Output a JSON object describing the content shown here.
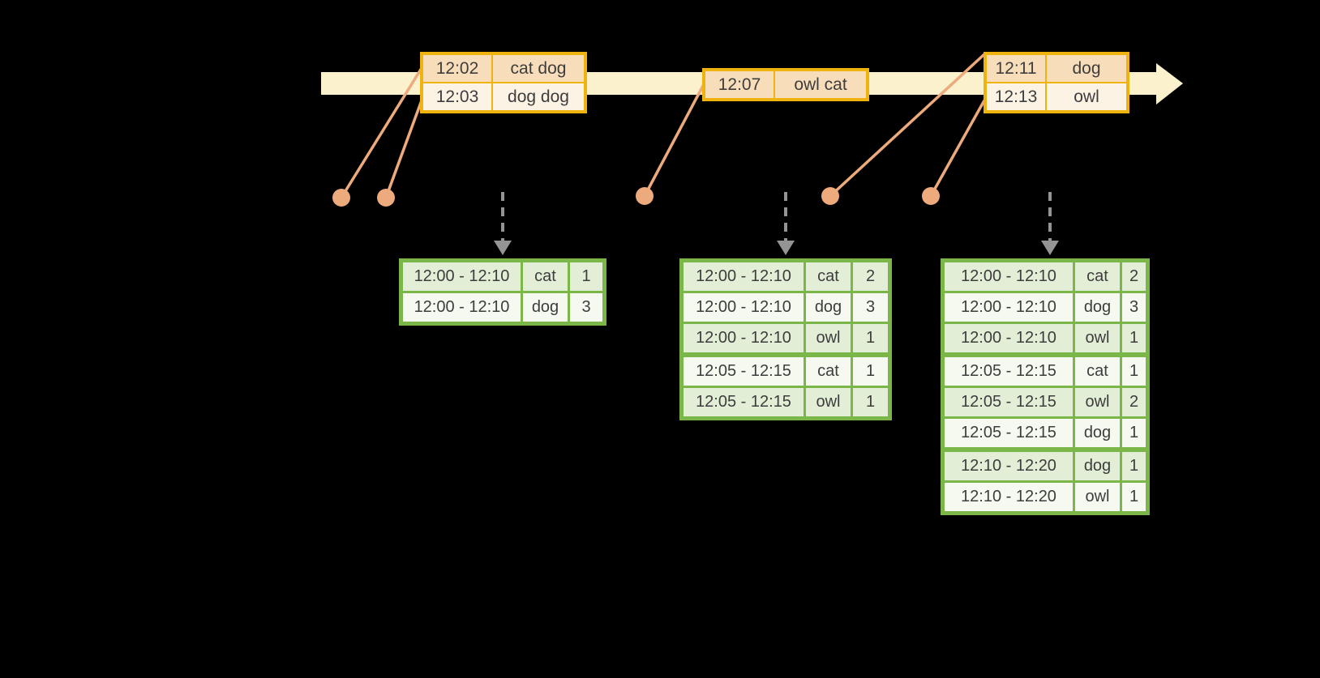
{
  "colors": {
    "background": "#000000",
    "timeline_fill": "#fbf1cd",
    "event_table_border": "#efb310",
    "event_row_peach": "#f8ddbb",
    "event_row_cream": "#fdf3e4",
    "connector_salmon": "#edaa7c",
    "trigger_arrow_gray": "#949494",
    "result_table_border": "#7ab648",
    "result_row_green": "#e3eed7",
    "result_row_white": "#f5f9f0",
    "text": "#3d3d3d"
  },
  "event_tables": [
    {
      "rows": [
        {
          "time": "12:02",
          "words": "cat dog"
        },
        {
          "time": "12:03",
          "words": "dog dog"
        }
      ]
    },
    {
      "rows": [
        {
          "time": "12:07",
          "words": "owl cat"
        }
      ]
    },
    {
      "rows": [
        {
          "time": "12:11",
          "words": "dog"
        },
        {
          "time": "12:13",
          "words": "owl"
        }
      ]
    }
  ],
  "result_tables": [
    {
      "rows": [
        {
          "window": "12:00 - 12:10",
          "word": "cat",
          "count": "1"
        },
        {
          "window": "12:00 - 12:10",
          "word": "dog",
          "count": "3"
        }
      ]
    },
    {
      "rows": [
        {
          "window": "12:00 - 12:10",
          "word": "cat",
          "count": "2"
        },
        {
          "window": "12:00 - 12:10",
          "word": "dog",
          "count": "3"
        },
        {
          "window": "12:00 - 12:10",
          "word": "owl",
          "count": "1"
        },
        {
          "window": "12:05 - 12:15",
          "word": "cat",
          "count": "1"
        },
        {
          "window": "12:05 - 12:15",
          "word": "owl",
          "count": "1"
        }
      ]
    },
    {
      "rows": [
        {
          "window": "12:00 - 12:10",
          "word": "cat",
          "count": "2"
        },
        {
          "window": "12:00 - 12:10",
          "word": "dog",
          "count": "3"
        },
        {
          "window": "12:00 - 12:10",
          "word": "owl",
          "count": "1"
        },
        {
          "window": "12:05 - 12:15",
          "word": "cat",
          "count": "1"
        },
        {
          "window": "12:05 - 12:15",
          "word": "owl",
          "count": "2"
        },
        {
          "window": "12:05 - 12:15",
          "word": "dog",
          "count": "1"
        },
        {
          "window": "12:10 - 12:20",
          "word": "dog",
          "count": "1"
        },
        {
          "window": "12:10 - 12:20",
          "word": "owl",
          "count": "1"
        }
      ]
    }
  ]
}
